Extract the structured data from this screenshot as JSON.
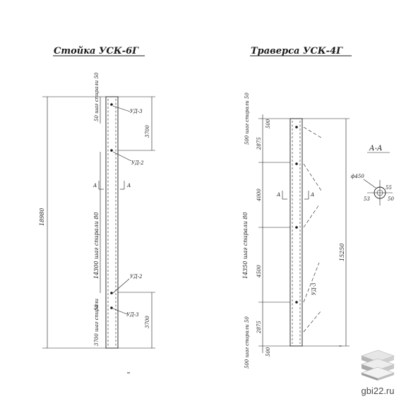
{
  "left": {
    "title": "Стойка УСК-6Г",
    "total_length": "18980",
    "spiral_top": "50 шаг спирали 50",
    "mid_length": "14300 шаг спирали 80",
    "spiral_bot_a": "50",
    "spiral_bot_b": "3700 шаг спирали",
    "right_dim_top": "3700",
    "right_dim_bot": "3700",
    "labels": {
      "ud3_top": "УД-3",
      "ud2_top": "УД-2",
      "ud2_bot": "УД-2",
      "ud3_bot": "УД-3",
      "sec_left": "А",
      "sec_right": "А"
    }
  },
  "right": {
    "title": "Траверса УСК-4Г",
    "spiral_top": "500 шаг спирали 50",
    "top_small": "500",
    "d1": "2875",
    "d2": "4000",
    "mid_length": "14350 шаг спирали 80",
    "d3": "4500",
    "d4": "2875",
    "spiral_bot": "500 шаг спирали 50",
    "bot_small": "500",
    "total_length": "15250",
    "label_ud3": "УД-3",
    "sec_left": "А",
    "sec_right": "А"
  },
  "section": {
    "title": "А-А",
    "diameter": "ф450",
    "d_55": "55",
    "d_50": "50",
    "d_53": "53"
  },
  "watermark": {
    "text": "gbi22.ru",
    "logo": "stacked-slabs-logo"
  }
}
